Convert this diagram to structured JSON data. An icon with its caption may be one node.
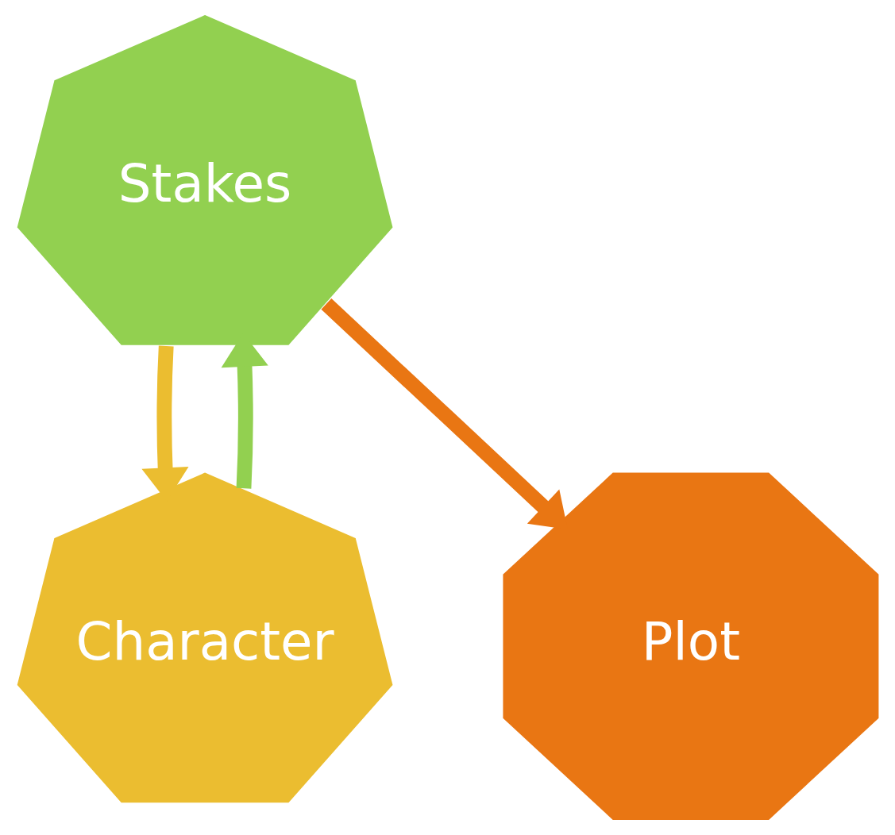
{
  "diagram": {
    "nodes": [
      {
        "text": [
          "Stakes"
        ]
      },
      {
        "text": [
          "Character"
        ]
      },
      {
        "text": [
          "Plot"
        ]
      }
    ],
    "edges": [
      {
        "from": 1,
        "to": 0,
        "arrow": "to",
        "color": "#92d050"
      },
      {
        "from": 0,
        "to": 1,
        "arrow": "to",
        "color": "#ebbd30"
      },
      {
        "from": 0,
        "to": 2,
        "arrow": "to",
        "color": "#e97613"
      }
    ]
  }
}
